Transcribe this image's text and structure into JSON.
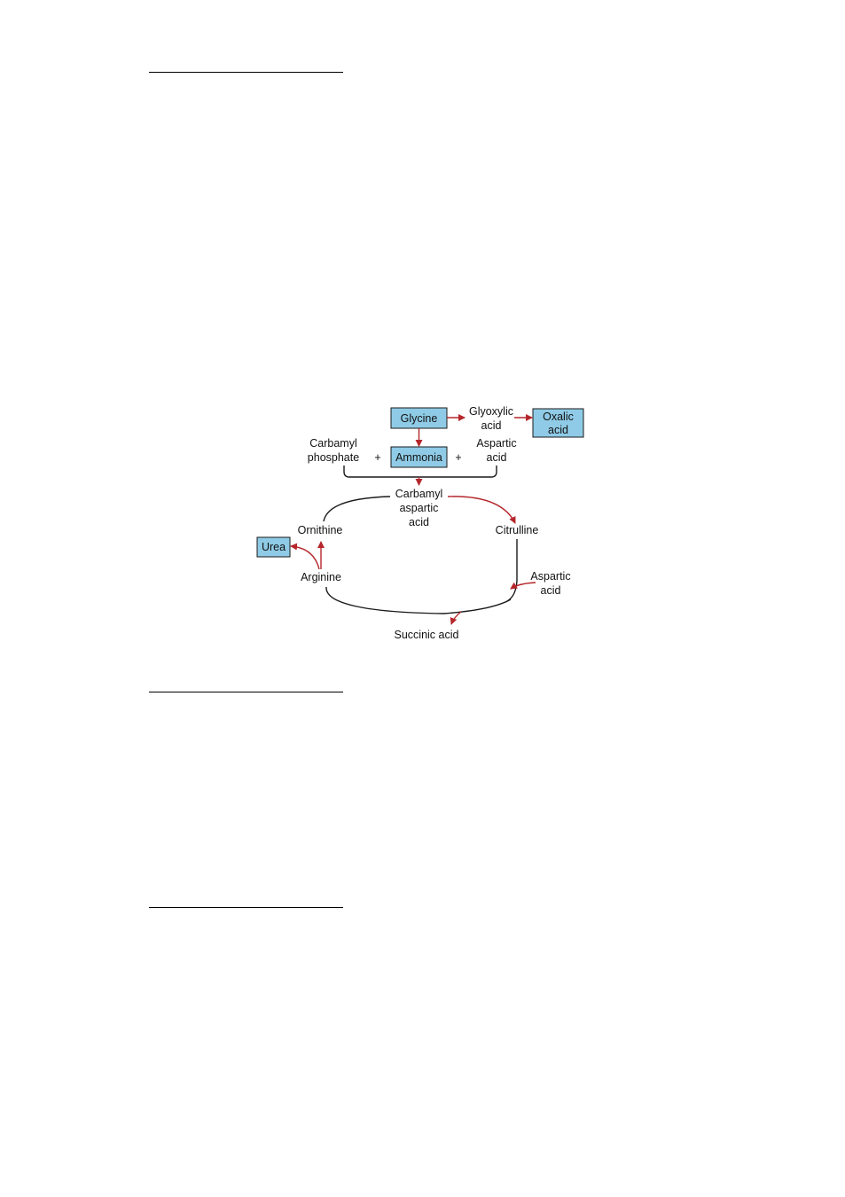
{
  "colors": {
    "box_fill": "#8fcbe6",
    "arrow": "#b5262b",
    "line": "#1a1a1a"
  },
  "diagram": {
    "boxed": {
      "glycine": "Glycine",
      "ammonia": "Ammonia",
      "oxalic_line1": "Oxalic",
      "oxalic_line2": "acid",
      "urea": "Urea"
    },
    "labels": {
      "glyoxylic_line1": "Glyoxylic",
      "glyoxylic_line2": "acid",
      "carbamyl_phosphate_line1": "Carbamyl",
      "carbamyl_phosphate_line2": "phosphate",
      "plus_left": "+",
      "plus_right": "+",
      "aspartic_top_line1": "Aspartic",
      "aspartic_top_line2": "acid",
      "carbamyl_aspartic_line1": "Carbamyl",
      "carbamyl_aspartic_line2": "aspartic",
      "carbamyl_aspartic_line3": "acid",
      "ornithine": "Ornithine",
      "citrulline": "Citrulline",
      "arginine": "Arginine",
      "aspartic_right_line1": "Aspartic",
      "aspartic_right_line2": "acid",
      "succinic": "Succinic acid"
    }
  }
}
